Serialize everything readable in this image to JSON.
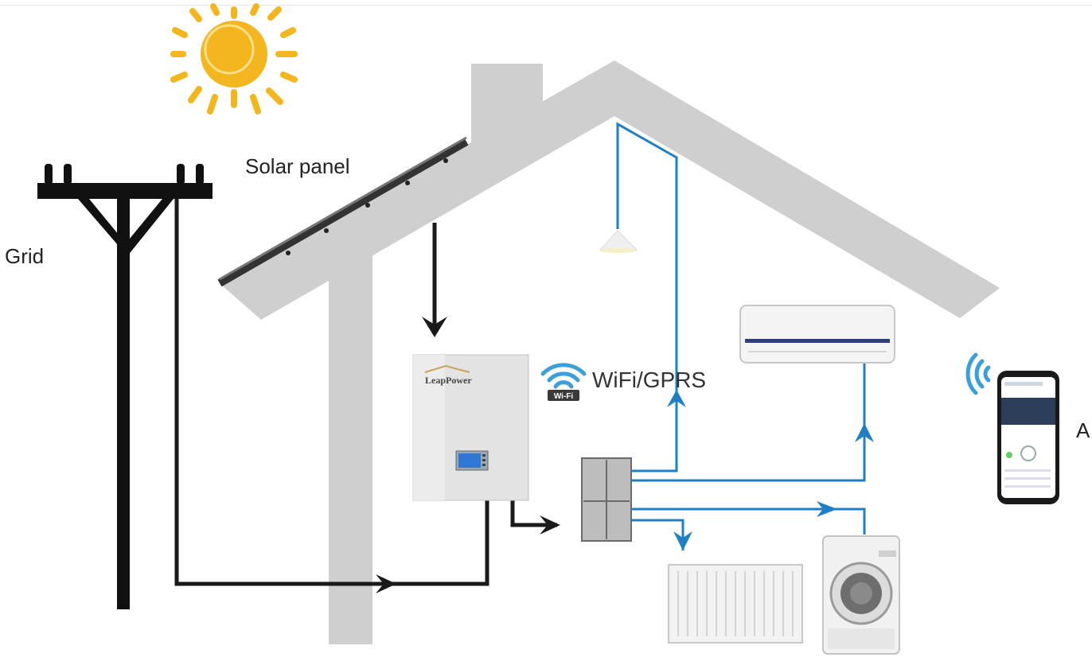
{
  "labels": {
    "solar_panel": "Solar panel",
    "grid": "Grid",
    "wifi": "WiFi/GPRS",
    "app_partial": "A"
  },
  "battery": {
    "brand": "LeapPower"
  },
  "wifi_badge": "Wi-Fi",
  "colors": {
    "house": "#cfcfcf",
    "power_line": "#1a1a1a",
    "signal_line": "#1f7fc4",
    "sun": "#f3b61f",
    "wifi_icon": "#3aa0dc"
  }
}
